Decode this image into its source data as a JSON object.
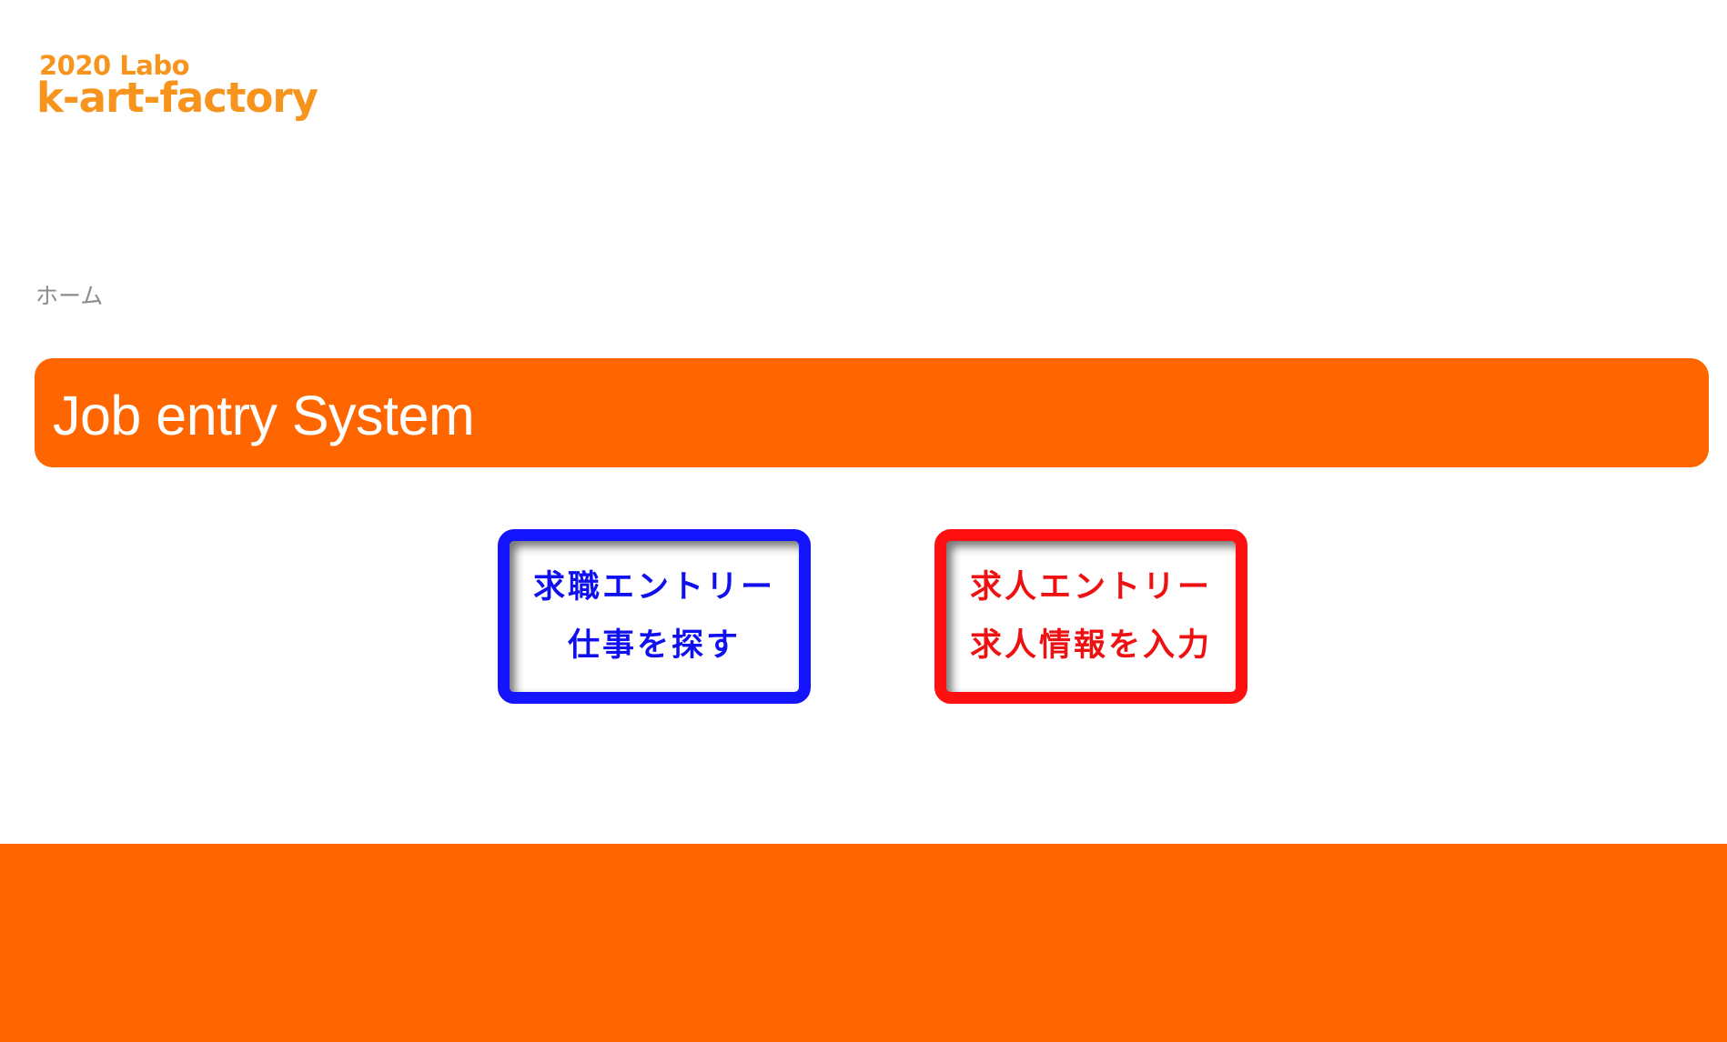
{
  "logo": {
    "top_text": "2020 Labo",
    "main_text": "k-art-factory"
  },
  "breadcrumb": {
    "home": "ホーム"
  },
  "page_title": "Job entry System",
  "buttons": {
    "job_seeker": {
      "line1": "求職エントリー",
      "line2": "仕事を探す"
    },
    "job_offer": {
      "line1": "求人エントリー",
      "line2": "求人情報を入力"
    }
  },
  "colors": {
    "brand_orange": "#ff6600",
    "logo_orange": "#f7941d",
    "seeker_blue": "#1414ff",
    "offer_red": "#ff0f0f"
  }
}
